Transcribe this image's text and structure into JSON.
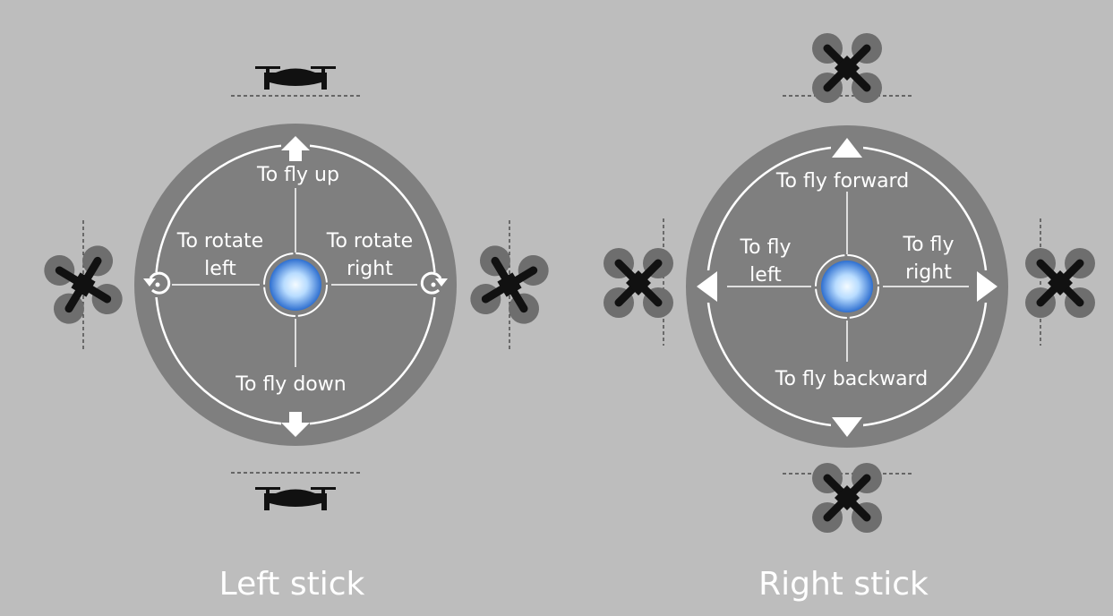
{
  "colors": {
    "background": "#bdbdbd",
    "dial": "#7f7f7f",
    "ring": "#ffffff",
    "drone": "#111111",
    "rotor": "#6e6e6e",
    "knob_center": "#e8f4ff",
    "knob_edge": "#2e6fd0"
  },
  "left_stick": {
    "caption": "Left stick",
    "up_label": "To fly up",
    "down_label": "To fly down",
    "left_label_line1": "To rotate",
    "left_label_line2": "left",
    "right_label_line1": "To rotate",
    "right_label_line2": "right",
    "icons": [
      "arrow-up-icon",
      "arrow-down-icon",
      "rotate-left-icon",
      "rotate-right-icon",
      "drone-side-view-icon",
      "drone-top-view-icon"
    ]
  },
  "right_stick": {
    "caption": "Right stick",
    "up_label": "To fly forward",
    "down_label": "To fly backward",
    "left_label_line1": "To fly",
    "left_label_line2": "left",
    "right_label_line1": "To fly",
    "right_label_line2": "right",
    "icons": [
      "triangle-up-icon",
      "triangle-down-icon",
      "triangle-left-icon",
      "triangle-right-icon",
      "drone-top-view-icon"
    ]
  }
}
